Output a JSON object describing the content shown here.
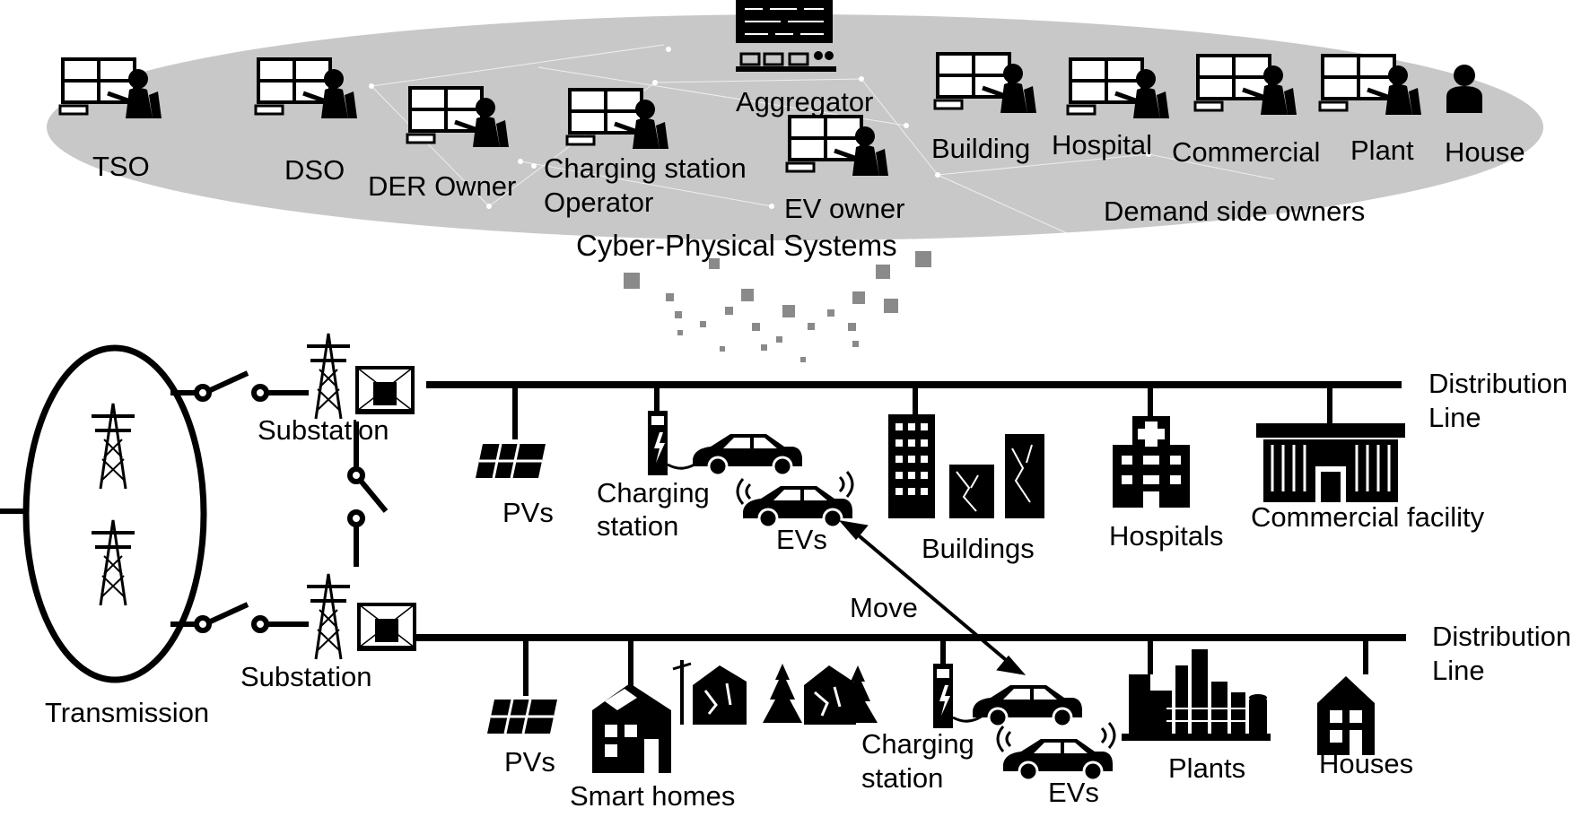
{
  "cyber": {
    "title": "Cyber-Physical Systems",
    "tso": "TSO",
    "dso": "DSO",
    "der_owner": "DER Owner",
    "charging_station": "Charging station",
    "operator": "Operator",
    "aggregator": "Aggregator",
    "ev_owner": "EV owner",
    "building": "Building",
    "hospital": "Hospital",
    "commercial": "Commercial",
    "plant": "Plant",
    "house": "House",
    "demand_side_owners": "Demand side owners"
  },
  "grid": {
    "transmission": "Transmission",
    "substation_top": "Substation",
    "substation_bottom": "Substation",
    "distribution_line_top": [
      "Distribution",
      "Line"
    ],
    "distribution_line_bottom": [
      "Distribution",
      "Line"
    ],
    "move": "Move"
  },
  "upper_feeder": {
    "pvs": "PVs",
    "charging_station": [
      "Charging",
      "station"
    ],
    "evs": "EVs",
    "buildings": "Buildings",
    "hospitals": "Hospitals",
    "commercial_facility": "Commercial facility"
  },
  "lower_feeder": {
    "pvs": "PVs",
    "smart_homes": "Smart homes",
    "charging_station": [
      "Charging",
      "station"
    ],
    "evs": "EVs",
    "plants": "Plants",
    "houses": "Houses"
  },
  "colors": {
    "ellipse_fill": "#c8c8c8",
    "ink": "#000000",
    "particles": "#8a8a8a"
  }
}
